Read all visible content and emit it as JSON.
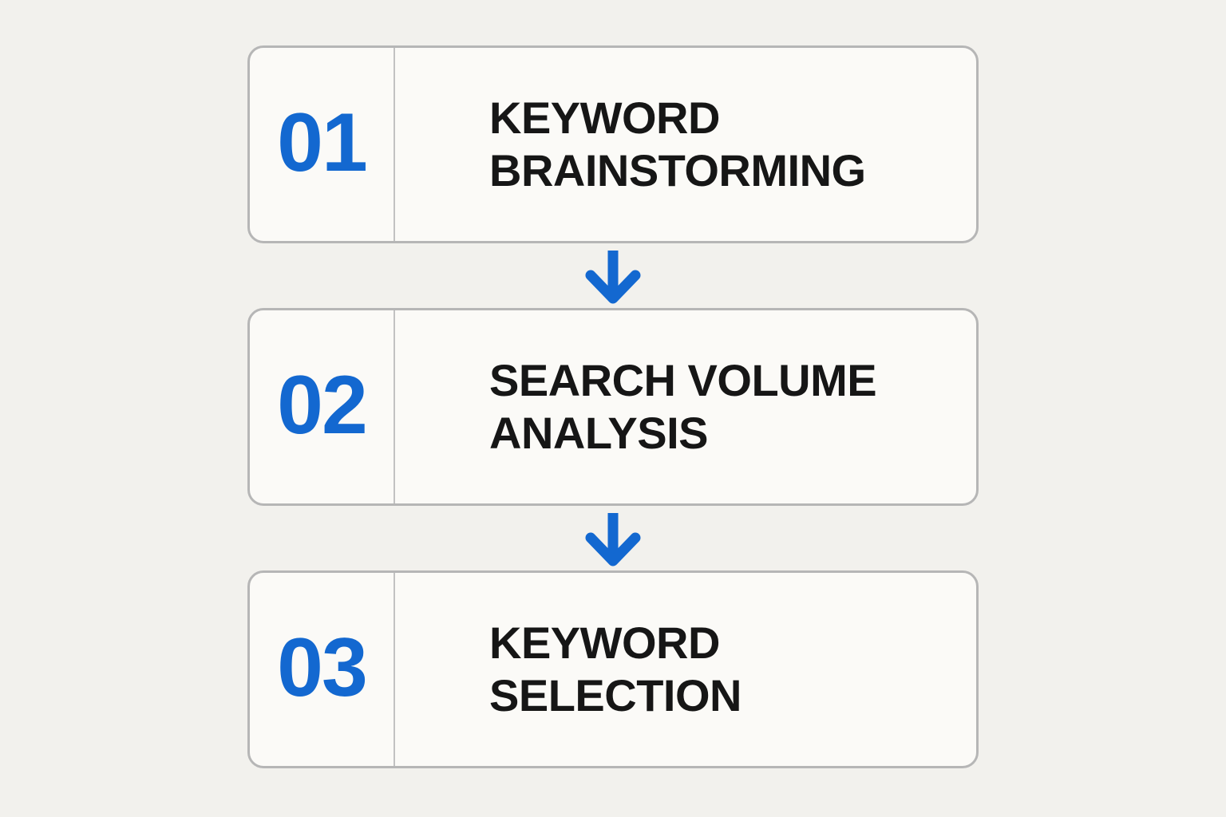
{
  "page": {
    "background_color": "#f2f1ed",
    "card_background_color": "#fbfaf7",
    "border_color": "#b6b6b6",
    "accent_blue": "#1368d0",
    "text_color": "#161616"
  },
  "steps": [
    {
      "number": "01",
      "title": "KEYWORD\nBRAINSTORMING"
    },
    {
      "number": "02",
      "title": "SEARCH VOLUME\nANALYSIS"
    },
    {
      "number": "03",
      "title": "KEYWORD\nSELECTION"
    }
  ],
  "icons": {
    "connector": "down-arrow"
  }
}
